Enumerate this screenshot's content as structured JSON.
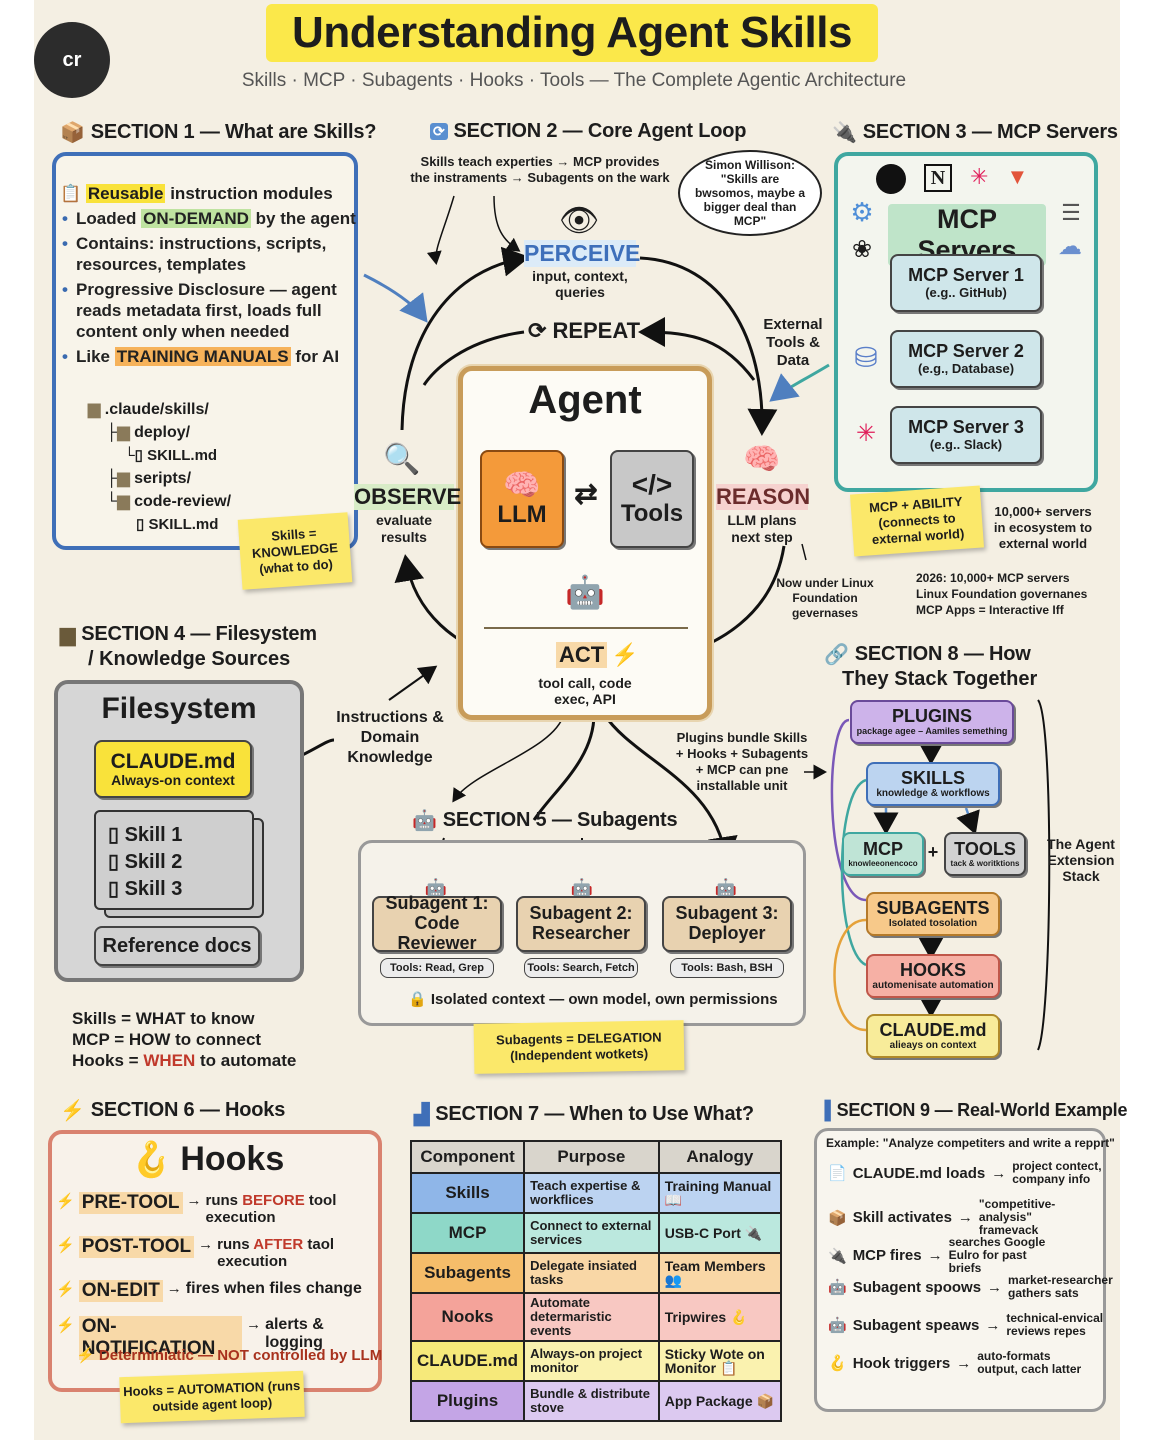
{
  "badge": "cr",
  "title": "Understanding Agent Skills",
  "subtitle": "Skills · MCP · Subagents · Hooks · Tools — The Complete Agentic Architecture",
  "s1": {
    "header": "SECTION 1 — What are Skills?",
    "b1a": "Reusable",
    "b1b": " instruction modules",
    "b2a": "Loaded ",
    "b2b": "ON-DEMAND",
    "b2c": " by the agent",
    "b3": "Contains: instructions, scripts, resources, templates",
    "b4": "Progressive Disclosure — agent reads metadata first, loads full content only when needed",
    "b5a": "Like ",
    "b5b": "TRAINING MANUALS",
    "b5c": " for AI",
    "tree": [
      ".claude/skills/",
      "deploy/",
      "SKILL.md",
      "seripts/",
      "code-review/",
      "SKILL.md"
    ],
    "sticky": "Skills = KNOWLEDGE (what to do)"
  },
  "s2": {
    "header": "SECTION 2 — Core Agent Loop",
    "note": "Skills teach experties → MCP provides the instraments → Subagents on the wark",
    "quote": "Simon Willison: \"Skills are bwsomos, maybe a bigger deal than MCP\"",
    "perceive": "PERCEIVE",
    "perceive_sub": "input, context, queries",
    "repeat": "REPEAT",
    "observe": "OBSERVE",
    "observe_sub": "evaluate results",
    "reason": "REASON",
    "reason_sub": "LLM plans next step",
    "act": "ACT",
    "act_sub": "tool call, code exec, API",
    "agent": "Agent",
    "llm": "LLM",
    "tools": "Tools",
    "ext": "External Tools & Data",
    "linux": "Now under Linux Foundation gevernases",
    "instr": "Instructions & Domain Knowledge"
  },
  "s3": {
    "header": "SECTION 3 — MCP Servers",
    "title": "MCP Servers",
    "servers": [
      {
        "name": "MCP Server 1",
        "sub": "(e.g.. GitHub)"
      },
      {
        "name": "MCP Server 2",
        "sub": "(e.g., Database)"
      },
      {
        "name": "MCP Server 3",
        "sub": "(e.g.. Slack)"
      }
    ],
    "sticky": "MCP + ABILITY (connects to external world)",
    "count": "10,000+ servers in ecosystem to external world",
    "note2026": "2026: 10,000+ MCP servers Linux Foundation governanes MCP Apps = Interactive Iff"
  },
  "s4": {
    "header1": "SECTION 4 — Filesystem",
    "header2": "/ Knowledge Sources",
    "title": "Filesystem",
    "claude": "CLAUDE.md",
    "claude_sub": "Always-on context",
    "skills": [
      "Skill 1",
      "Skill 2",
      "Skill 3"
    ],
    "ref": "Reference docs",
    "sum1a": "Skills = WHAT to know",
    "sum2a": "MCP = HOW to connect",
    "sum3a": "Hooks = ",
    "sum3b": "WHEN",
    "sum3c": " to automate"
  },
  "s5": {
    "header": "SECTION 5 — Subagents",
    "plugins_note": "Plugins bundle Skills + Hooks + Subagents + MCP can pne installable unit",
    "subs": [
      {
        "name": "Subagent 1: Code Reviewer",
        "tools": "Tools: Read, Grep"
      },
      {
        "name": "Subagent 2: Researcher",
        "tools": "Tools: Search, Fetch"
      },
      {
        "name": "Subagent 3: Deployer",
        "tools": "Tools: Bash, BSH"
      }
    ],
    "isolated": "Isolated context — own model, own permissions",
    "sticky": "Subagents = DELEGATION (Independent wotkets)"
  },
  "s6": {
    "header": "SECTION 6 — Hooks",
    "title": "Hooks",
    "rows": [
      {
        "k": "PRE-TOOL",
        "a": "runs ",
        "b": "BEFORE",
        "c": " tool execution"
      },
      {
        "k": "POST-TOOL",
        "a": "runs ",
        "b": "AFTER",
        "c": " taol execution"
      },
      {
        "k": "ON-EDIT",
        "a": "fires when files change",
        "b": "",
        "c": ""
      },
      {
        "k": "ON-NOTIFICATION",
        "a": "alerts & logging",
        "b": "",
        "c": ""
      }
    ],
    "det": "Determiniatic — NOT controlled by LLM",
    "sticky": "Hooks = AUTOMATION (runs outside agent loop)"
  },
  "s7": {
    "header": "SECTION 7 — When to Use What?",
    "cols": [
      "Component",
      "Purpose",
      "Analogy"
    ],
    "rows": [
      {
        "c": "Skills",
        "p": "Teach expertise & workflices",
        "a": "Training Manual",
        "icon": "📖",
        "color": "#8fb6e8"
      },
      {
        "c": "MCP",
        "p": "Connect to external services",
        "a": "USB-C Port",
        "icon": "🔌",
        "color": "#8ed8c8"
      },
      {
        "c": "Subagents",
        "p": "Delegate insiated tasks",
        "a": "Team Members",
        "icon": "👥",
        "color": "#f5bd6a"
      },
      {
        "c": "Nooks",
        "p": "Automate determaristic events",
        "a": "Tripwires",
        "icon": "🪝",
        "color": "#f4a39a"
      },
      {
        "c": "CLAUDE.md",
        "p": "Always-on project monitor",
        "a": "Sticky Wote on Monitor",
        "icon": "📋",
        "color": "#f6e97a"
      },
      {
        "c": "Plugins",
        "p": "Bundle & distribute stove",
        "a": "App Package",
        "icon": "📦",
        "color": "#c4a5e6"
      }
    ]
  },
  "s8": {
    "header1": "SECTION 8 — How",
    "header2": "They Stack Together",
    "plugins": "PLUGINS",
    "plugins_sub": "package agee – Aamiles semething",
    "skills": "SKILLS",
    "skills_sub": "knowledge & workflows",
    "mcp": "MCP",
    "mcp_sub": "knowleeonencoco",
    "tools": "TOOLS",
    "tools_sub": "tack & woritktions",
    "subagents": "SUBAGENTS",
    "subagents_sub": "Isolated tosolation",
    "hooks": "HOOKS",
    "hooks_sub": "automenisate automation",
    "claude": "CLAUDE.md",
    "claude_sub": "alieays on context",
    "stack": "The Agent Extension Stack"
  },
  "s9": {
    "header": "SECTION 9 — Real-World Example",
    "ex": "Example: \"Analyze competiters and write a repprt\"",
    "rows": [
      {
        "icon": "📄",
        "l": "CLAUDE.md loads",
        "r": "project contect, company info"
      },
      {
        "icon": "📦",
        "l": "Skill activates",
        "r": "\"competitive-analysis\" framevack"
      },
      {
        "icon": "🔌",
        "l": "MCP fires",
        "r": "searches Google Eulro for past briefs"
      },
      {
        "icon": "🤖",
        "l": "Subagent spoows",
        "r": "market-researcher gathers sats"
      },
      {
        "icon": "🤖",
        "l": "Subagent speaws",
        "r": "technical-envical reviews repes"
      },
      {
        "icon": "🪝",
        "l": "Hook triggers",
        "r": "auto-formats output, cach latter"
      }
    ]
  }
}
